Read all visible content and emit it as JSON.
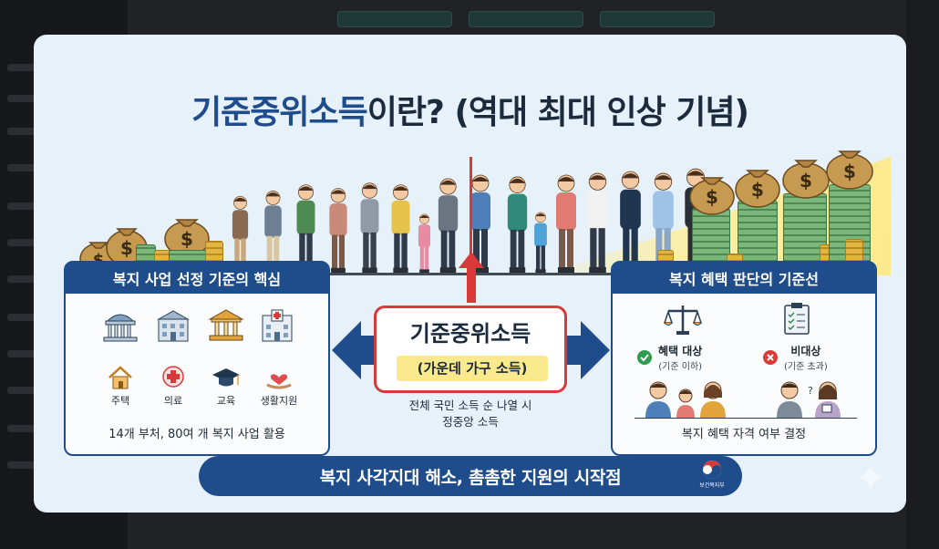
{
  "title": {
    "highlight": "기준중위소득",
    "rest": "이란? (역대 최대 인상 기념)"
  },
  "left_panel": {
    "heading": "복지 사업 선정 기준의 핵심",
    "icons": [
      {
        "name": "national-assembly-icon"
      },
      {
        "name": "hospital-building-icon"
      },
      {
        "name": "government-hall-icon"
      },
      {
        "name": "clinic-icon"
      }
    ],
    "labeled_icons": [
      {
        "name": "house-icon",
        "label": "주택"
      },
      {
        "name": "medical-cross-icon",
        "label": "의료"
      },
      {
        "name": "graduation-cap-icon",
        "label": "교육"
      },
      {
        "name": "heart-hand-icon",
        "label": "생활지원"
      }
    ],
    "footer": "14개 부처, 80여 개 복지 사업 활용"
  },
  "center": {
    "title": "기준중위소득",
    "subtitle": "(가운데 가구 소득)",
    "desc_line1": "전체 국민 소득 순 나열 시",
    "desc_line2": "정중앙 소득"
  },
  "right_panel": {
    "heading": "복지 혜택 판단의 기준선",
    "eligible_label": "혜택 대상",
    "eligible_sub": "(기준 이하)",
    "ineligible_label": "비대상",
    "ineligible_sub": "(기준 초과)",
    "footer": "복지 혜택 자격 여부 결정"
  },
  "banner": "복지 사각지대 해소, 촘촘한 지원의 시작점",
  "gov_logo_text": "보건복지부",
  "colors": {
    "navy": "#1f4d8c",
    "red": "#d83a3a",
    "yellow": "#fbe98d",
    "background": "#e6f1fa"
  }
}
